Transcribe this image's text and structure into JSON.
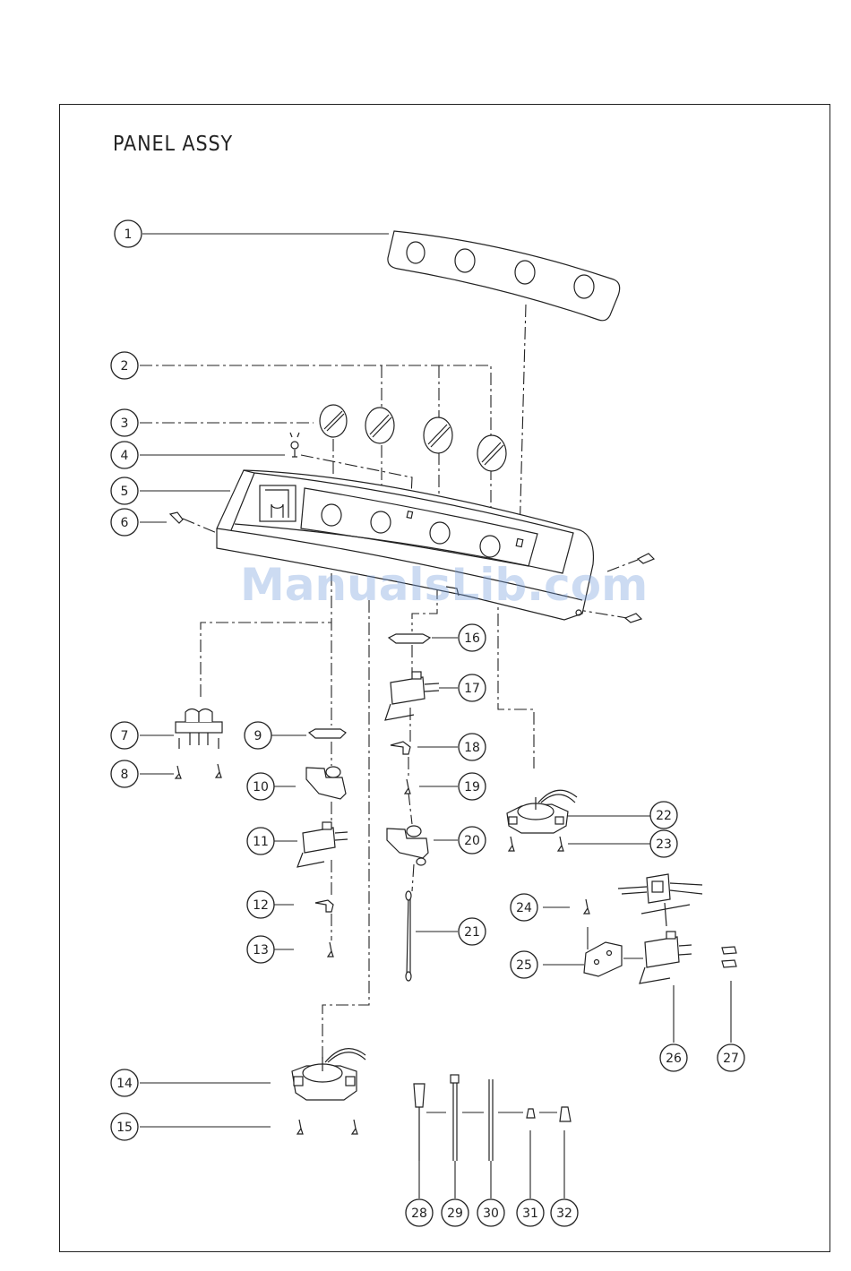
{
  "title": "PANEL ASSY",
  "watermark": "ManualsLib.com",
  "callouts": [
    "1",
    "2",
    "3",
    "4",
    "5",
    "6",
    "7",
    "8",
    "9",
    "10",
    "11",
    "12",
    "13",
    "14",
    "15",
    "16",
    "17",
    "18",
    "19",
    "20",
    "21",
    "22",
    "23",
    "24",
    "25",
    "26",
    "27",
    "28",
    "29",
    "30",
    "31",
    "32"
  ]
}
